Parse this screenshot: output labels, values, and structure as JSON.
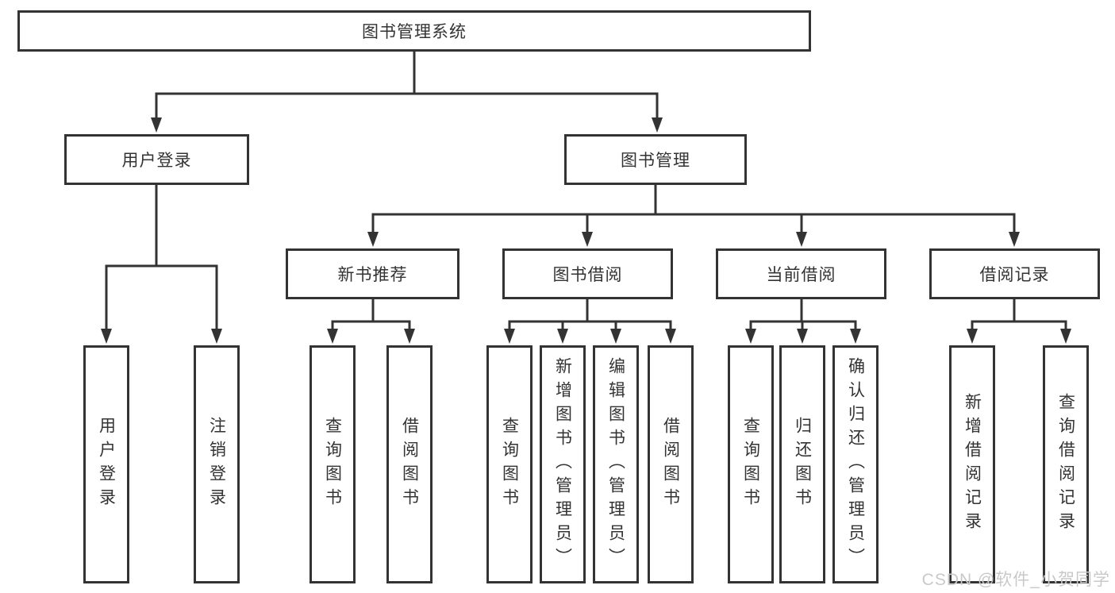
{
  "diagram": {
    "root": {
      "label": "图书管理系统"
    },
    "level2": [
      {
        "label": "用户登录"
      },
      {
        "label": "图书管理"
      }
    ],
    "level3": [
      {
        "label": "新书推荐"
      },
      {
        "label": "图书借阅"
      },
      {
        "label": "当前借阅"
      },
      {
        "label": "借阅记录"
      }
    ],
    "leaves": {
      "login": [
        "用户登录",
        "注销登录"
      ],
      "new_book": [
        "查询图书",
        "借阅图书"
      ],
      "borrow": [
        "查询图书",
        "新增图书（管理员）",
        "编辑图书（管理员）",
        "借阅图书"
      ],
      "current": [
        "查询图书",
        "归还图书",
        "确认归还（管理员）"
      ],
      "records": [
        "新增借阅记录",
        "查询借阅记录"
      ]
    }
  },
  "watermark": {
    "text": "CSDN @软件_小贺同学"
  },
  "colors": {
    "line": "#333333",
    "border": "#333333",
    "text": "#333333",
    "watermark": "#c9c9c9",
    "background": "#ffffff"
  }
}
